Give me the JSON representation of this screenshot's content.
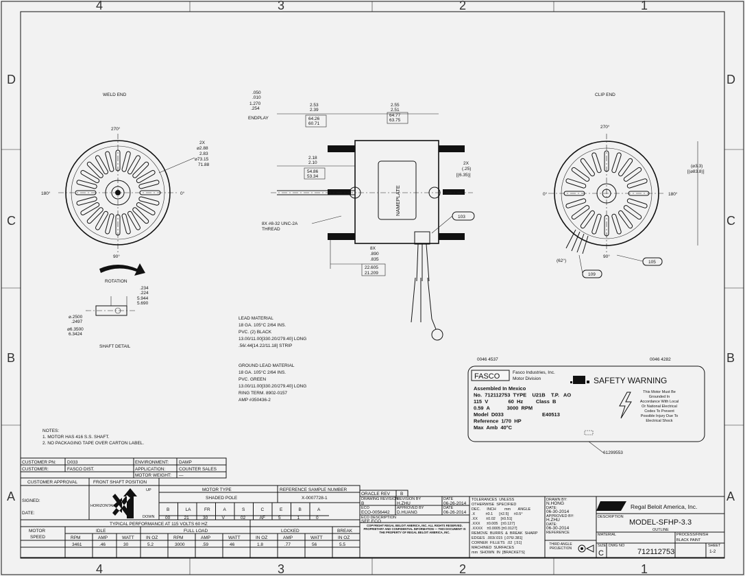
{
  "zones": {
    "cols": [
      "4",
      "3",
      "2",
      "1"
    ],
    "rows": [
      "D",
      "C",
      "B",
      "A"
    ]
  },
  "weld_end": {
    "title": "WELD END",
    "a270": "270°",
    "a180": "180°",
    "a0": "0°",
    "a90": "90°",
    "dim1": "2X",
    "dim2": "⌀2.88",
    "dim3": "2.83",
    "dim4": "⌀73.15",
    "dim5": "71.88",
    "rotation": "ROTATION"
  },
  "shaft_detail": {
    "title": "SHAFT DETAIL",
    "d1": ".234",
    "d2": ".224",
    "d3": "5.944",
    "d4": "5.690",
    "d5": "⌀.2500",
    "d6": ".2497",
    "d7": "⌀6.3500",
    "d8": "6.3424"
  },
  "side_view": {
    "endplay1": ".050",
    "endplay2": ".010",
    "endplay3": "1.270",
    "endplay4": ".254",
    "endplay_label": "ENDPLAY",
    "d1a": "2.53",
    "d1b": "2.39",
    "d1c": "64.26",
    "d1d": "60.71",
    "d2a": "2.55",
    "d2b": "2.51",
    "d2c": "64.77",
    "d2d": "63.75",
    "d3a": "2.18",
    "d3b": "2.10",
    "d3c": "54.86",
    "d3d": "53.34",
    "d4a": "2X",
    "d4b": "(.25)",
    "d4c": "[(6.35)]",
    "thread1": "8X #8-32 UNC-2A",
    "thread2": "THREAD",
    "d5a": "8X",
    "d5b": ".890",
    "d5c": ".835",
    "d5d": "22.605",
    "d5e": "21.209",
    "nameplate": "NAMEPLATE",
    "callout": "103"
  },
  "clip_end": {
    "title": "CLIP END",
    "a270": "270°",
    "a0": "0°",
    "a180": "180°",
    "a90": "90°",
    "dia1": "(⌀3.3)",
    "dia2": "[(⌀83.8)]",
    "angle": "(62°)",
    "callout1": "105",
    "callout2": "109"
  },
  "lead_material": [
    "LEAD MATERIAL",
    "18 GA. 105°C 2/64 INS.",
    "PVC. (2) BLACK",
    "13.00/11.00[330.20/279.40] LONG",
    ".56/.44[14.22/11.18] STRIP"
  ],
  "ground_lead": [
    "GROUND LEAD MATERIAL",
    "18 GA. 105°C 2/64 INS.",
    "PVC. GREEN",
    "13.00/11.00[330.20/279.40] LONG",
    "RING TERM. 8902-0157",
    "AMP #350436-2"
  ],
  "notes": [
    "NOTES:",
    "1. MOTOR HAS 416 S.S. SHAFT.",
    "2. NO PACKAGING TAPE OVER CARTON LABEL."
  ],
  "nameplate": {
    "code_left": "0046 4537",
    "code_right": "0046 4282",
    "logo": "FASCO",
    "company": "Fasco Industries, Inc.",
    "division": "Motor Division",
    "warning": "SAFETY WARNING",
    "lines": [
      "Assembled In Mexico",
      "No.  712112753  TYPE    U21B    T.P.   AO",
      "115  V              60  Hz         Class  B",
      "0.59  A            3000  RPM",
      "Model  D033                           E40513",
      "Reference  1/70  HP",
      "Max  Amb  40°C"
    ],
    "warning_text": [
      "This Motor Must Be",
      "Grounded In",
      "Accordance With Local",
      "Or National Electrical",
      "Codes To Prevent",
      "Possible Injury Due To",
      "Electrical Shock"
    ],
    "part_callout": "61299553"
  },
  "customer": {
    "pn_label": "CUSTOMER PN:",
    "pn": "D033",
    "cust_label": "CUSTOMER:",
    "cust": "FASCO DIST.",
    "env_label": "ENVIRONMENT:",
    "env": "DAMP",
    "app_label": "APPLICATION:",
    "app": "COUNTER SALES",
    "weight_label": "MOTOR WEIGHT:",
    "weight": "—",
    "approval": "CUSTOMER APPROVAL",
    "shaft_pos": "FRONT SHAFT POSITION",
    "signed": "SIGNED:",
    "date": "DATE:",
    "horizontal": "HORIZONTAL",
    "up": "UP",
    "down": "DOWN",
    "motor_type_label": "MOTOR TYPE",
    "motor_type": "SHADED POLE",
    "ref_label": "REFERENCE SAMPLE NUMBER",
    "ref": "X-0007728-1",
    "code_letters": [
      "B",
      "LA",
      "FR",
      "A",
      "S",
      "C",
      "E",
      "B",
      "A"
    ],
    "code_values": [
      "00",
      "21",
      "30",
      "V",
      "02",
      "AF",
      "5",
      "1",
      "0"
    ]
  },
  "performance": {
    "title": "TYPICAL  PERFORMANCE  AT  115   VOLTS   60 HZ",
    "motor": "MOTOR",
    "speed": "SPEED",
    "idle": "IDLE",
    "full_load": "FULL LOAD",
    "locked": "LOCKED",
    "break": "BREAK",
    "headers": [
      "RPM",
      "AMP",
      "WATT",
      "IN OZ",
      "RPM",
      "AMP",
      "WATT",
      "IN OZ",
      "AMP",
      "WATT",
      "IN OZ"
    ],
    "values": [
      "3461",
      ".46",
      "30",
      "5.2",
      "3000",
      ".59",
      "46",
      "1.8",
      ".77",
      "56",
      "5.5"
    ]
  },
  "revision": {
    "oracle_label": "ORACLE  REV",
    "oracle_rev": "B",
    "drawing_rev_label": "DRAWING REVISION",
    "drawing_rev": "B",
    "rev_by_label": "REVISION BY",
    "rev_by": "H.ZHU",
    "date_label": "DATE",
    "rev_date": "06-26-2014",
    "eco_label": "ECO",
    "eco": "ECO-0056442",
    "appr_label": "APPROVED BY",
    "appr": "D.HUANG",
    "appr_date": "06-26-2014",
    "eco_desc_label": "ECO DESCRIPTION",
    "eco_desc": "SEE ECO",
    "copyright": "COPYRIGHT REGAL BELOIT AMERICA, INC. ALL RIGHTS RESERVED. PROPRIETARY AND CONFIDENTIAL INFORMATION — THIS DOCUMENT IS THE PROPERTY OF REGAL BELOIT AMERICA, INC."
  },
  "tolerances": {
    "lines": [
      "TOLERANCES  UNLESS",
      "OTHERWISE  SPECIFIED",
      "DEC.      INCH        mm       ANGLE",
      ".X          ±0.1      [±2.5]     ±0.5°",
      ".XX        ±0.02     [±0.51]",
      ".XXX      ±0.005   [±0.127]",
      ".XXXX    ±0.0005 [±0.0127]",
      "REMOVE  BURRS  &  BREAK  SHARP",
      "EDGES  .003/.015  [.076/.381]",
      "CORNER  FILLETS  .02  [.51]",
      "MACHINED  SURFACES",
      "mm  SHOWN  IN  [BRACKETS]"
    ]
  },
  "approvals": {
    "drawn_label": "DRAWN BY:",
    "drawn": "N.HONG",
    "date_label": "DATE:",
    "drawn_date": "06-30-2014",
    "approved_label": "APPROVED BY:",
    "approved": "H.ZHU",
    "approved_date": "06-30-2014",
    "reference_label": "REFERENCE",
    "projection": "THIRD ANGLE PROJECTION"
  },
  "title_block": {
    "company": "Regal Beloit America, Inc.",
    "desc_label": "DESCRIPTION",
    "model": "MODEL-SFHP-3.3",
    "outline": "OUTLINE",
    "material_label": "MATERIAL",
    "finish_label": "PROCESS/FINISH",
    "finish": "BLACK PAINT",
    "size_label": "SIZE",
    "size": "C",
    "dwg_label": "DWG NO",
    "dwg_no": "712112753",
    "sheet_label": "SHEET",
    "sheet": "1-2"
  }
}
